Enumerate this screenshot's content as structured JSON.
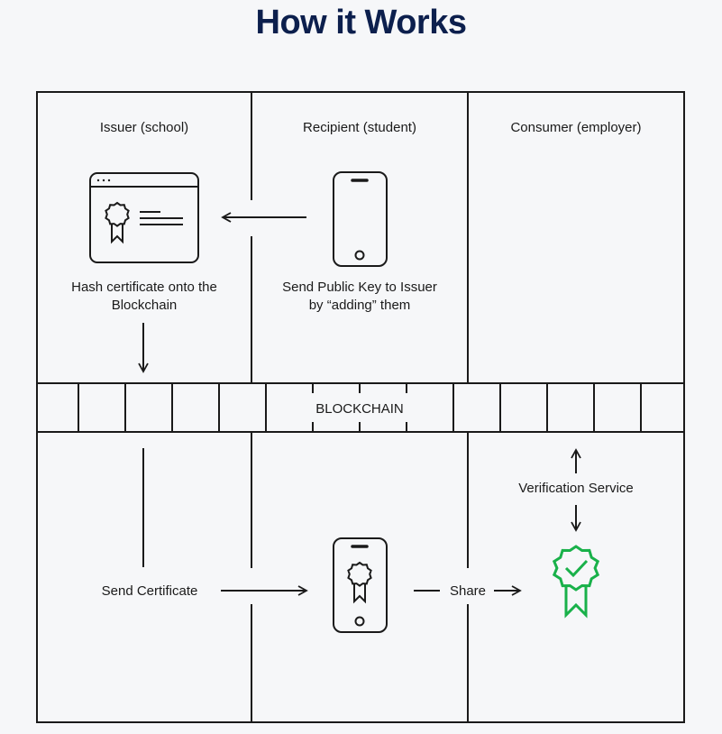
{
  "title": "How it Works",
  "columns": {
    "issuer": "Issuer (school)",
    "recipient": "Recipient (student)",
    "consumer": "Consumer (employer)"
  },
  "steps": {
    "hash_line1": "Hash certificate onto the",
    "hash_line2": "Blockchain",
    "send_key_line1": "Send Public Key to Issuer",
    "send_key_line2": "by “adding” them",
    "send_certificate": "Send Certificate",
    "share": "Share",
    "verification": "Verification Service"
  },
  "blockchain_label": "BLOCKCHAIN",
  "colors": {
    "title": "#0c1f4d",
    "line": "#1a1a1a",
    "verified": "#19b14a",
    "background": "#f6f7f9"
  },
  "icons": {
    "issuer": "certificate-window-icon",
    "recipient_top": "smartphone-icon",
    "recipient_bottom": "smartphone-certificate-icon",
    "consumer": "verified-badge-icon"
  }
}
